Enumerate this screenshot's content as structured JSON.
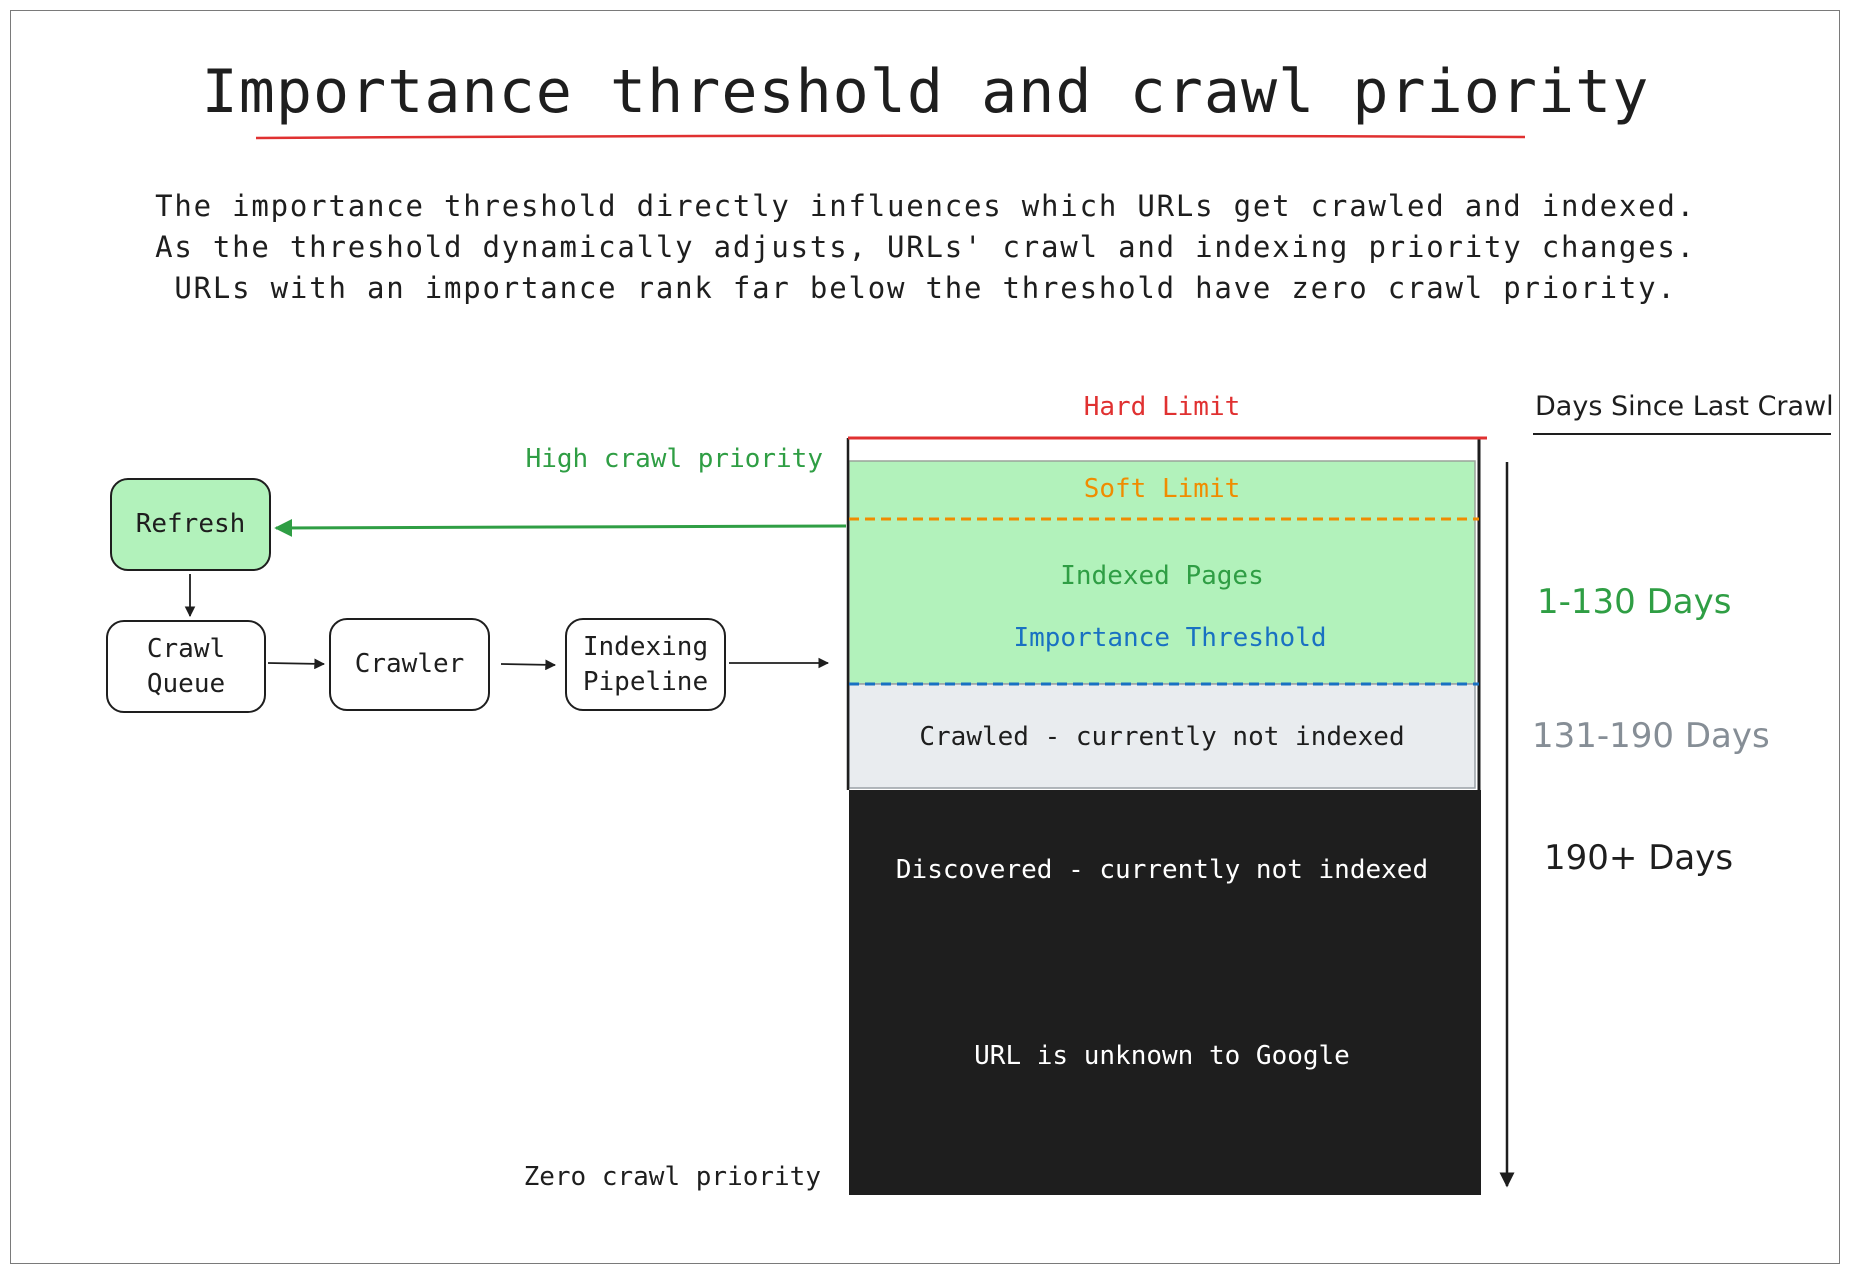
{
  "title": "Importance threshold and crawl priority",
  "description": [
    "The importance threshold directly influences which URLs get crawled and indexed.",
    "As the threshold dynamically adjusts, URLs' crawl and indexing priority changes.",
    "URLs with an importance rank far below the threshold have zero crawl priority."
  ],
  "flow": {
    "refresh": "Refresh",
    "crawl_queue": "Crawl\nQueue",
    "crawler": "Crawler",
    "indexing_pipeline": "Indexing\nPipeline",
    "high_priority": "High crawl priority",
    "zero_priority": "Zero crawl priority"
  },
  "bands": {
    "hard_limit": "Hard Limit",
    "soft_limit": "Soft Limit",
    "indexed_pages": "Indexed Pages",
    "importance_threshold": "Importance Threshold",
    "crawled_not_indexed": "Crawled - currently not indexed",
    "discovered_not_indexed": "Discovered - currently not indexed",
    "unknown": "URL is unknown to Google"
  },
  "days": {
    "header": "Days Since Last Crawl",
    "indexed": "1-130 Days",
    "crawled": "131-190 Days",
    "discovered": "190+ Days"
  },
  "colors": {
    "title_underline": "#e03131",
    "hard_limit": "#e03131",
    "soft_limit": "#f08c00",
    "indexed": "#2f9e44",
    "threshold": "#1971c2",
    "indexed_fill": "#b2f2bb",
    "crawled_fill": "#e9ecef",
    "discovered_fill": "#1e1e1e",
    "days_gray": "#868e96"
  }
}
